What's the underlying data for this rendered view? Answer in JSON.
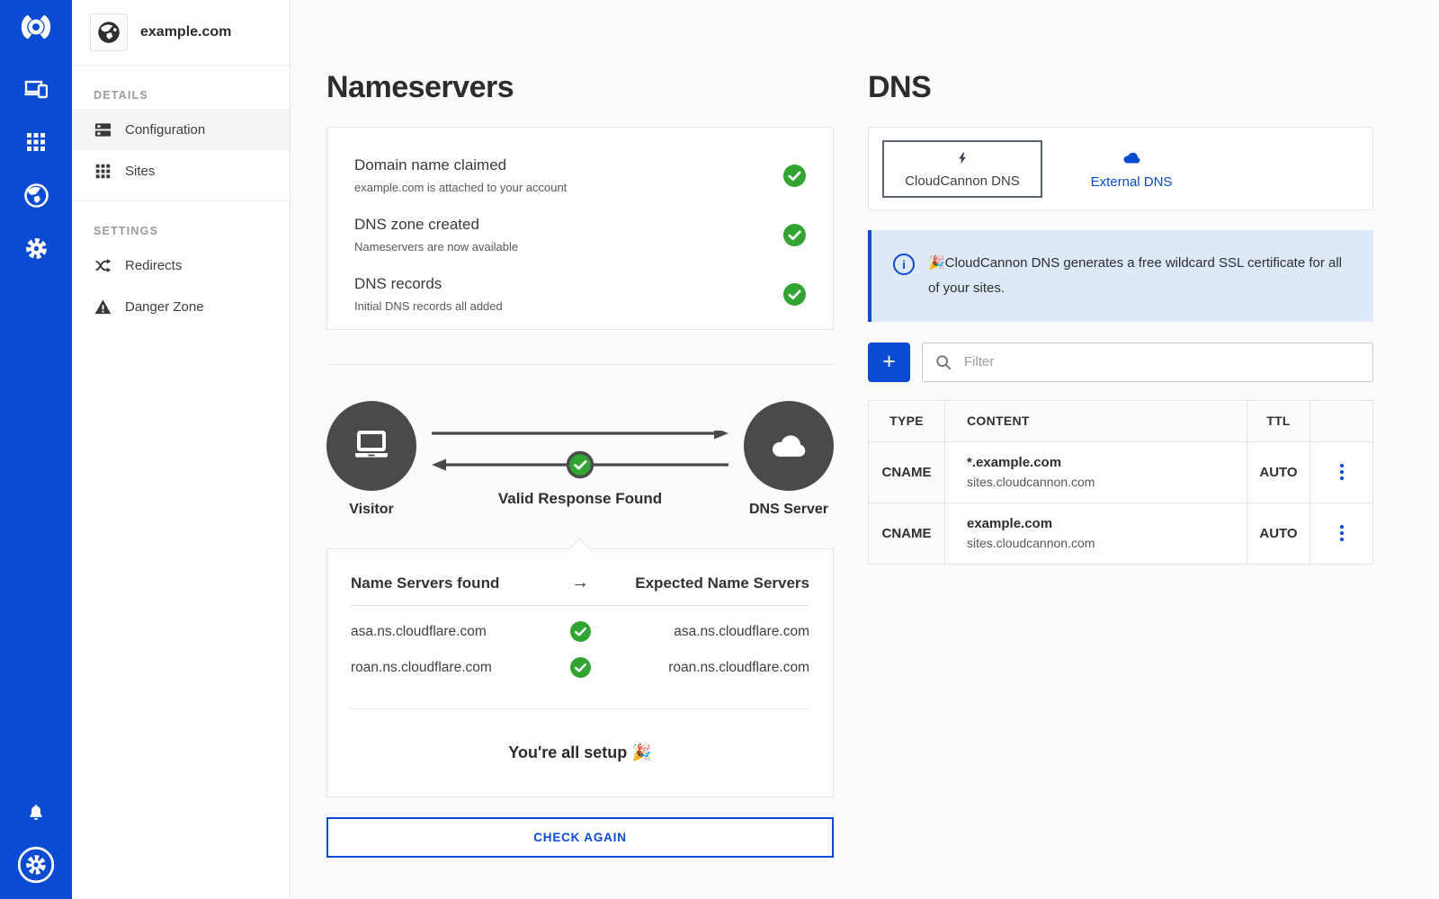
{
  "colors": {
    "accent_blue": "#0b4bd2",
    "success_green": "#31a431",
    "node_gray": "#4a4a4a",
    "banner_bg": "#dde9f9"
  },
  "icons": {
    "primary_nav": [
      "cloudcannon-logo",
      "devices",
      "apps-grid",
      "globe",
      "settings-gear"
    ],
    "primary_bottom": [
      "notifications-bell",
      "account-avatar"
    ]
  },
  "sidebar": {
    "site_name": "example.com",
    "sections": [
      {
        "label": "DETAILS",
        "items": [
          {
            "label": "Configuration"
          },
          {
            "label": "Sites"
          }
        ]
      },
      {
        "label": "SETTINGS",
        "items": [
          {
            "label": "Redirects"
          },
          {
            "label": "Danger Zone"
          }
        ]
      }
    ]
  },
  "nameservers": {
    "title": "Nameservers",
    "checklist": [
      {
        "title": "Domain name claimed",
        "subtitle": "example.com is attached to your account"
      },
      {
        "title": "DNS zone created",
        "subtitle": "Nameservers are now available"
      },
      {
        "title": "DNS records",
        "subtitle": "Initial DNS records all added"
      }
    ],
    "diagram": {
      "visitor_label": "Visitor",
      "status_label": "Valid Response Found",
      "server_label": "DNS Server"
    },
    "ns_table": {
      "found_header": "Name Servers found",
      "arrow": "→",
      "expected_header": "Expected Name Servers",
      "rows": [
        {
          "found": "asa.ns.cloudflare.com",
          "expected": "asa.ns.cloudflare.com"
        },
        {
          "found": "roan.ns.cloudflare.com",
          "expected": "roan.ns.cloudflare.com"
        }
      ],
      "footer": "You're all setup 🎉"
    },
    "check_again_label": "CHECK AGAIN"
  },
  "dns": {
    "title": "DNS",
    "tabs": [
      {
        "label": "CloudCannon DNS",
        "active": true
      },
      {
        "label": "External DNS",
        "active": false
      }
    ],
    "banner": "🎉CloudCannon DNS generates a free wildcard SSL certificate for all of your sites.",
    "add_label": "+",
    "filter_placeholder": "Filter",
    "table": {
      "headers": [
        "TYPE",
        "CONTENT",
        "TTL"
      ],
      "rows": [
        {
          "type": "CNAME",
          "name": "*.example.com",
          "value": "sites.cloudcannon.com",
          "ttl": "AUTO"
        },
        {
          "type": "CNAME",
          "name": "example.com",
          "value": "sites.cloudcannon.com",
          "ttl": "AUTO"
        }
      ]
    }
  }
}
